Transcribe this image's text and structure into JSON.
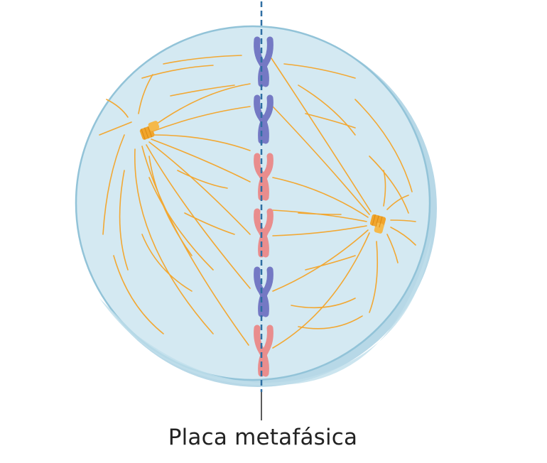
{
  "caption": "Placa metafásica",
  "colors": {
    "cell_fill": "#cfe6f0",
    "cell_edge": "#8ec1d7",
    "cell_shadow": "#b4d7e6",
    "spindle": "#f2a833",
    "centrosome": "#f1a52c",
    "chromosome_blue": "#7479c4",
    "chromosome_pink": "#e98d8d",
    "plate_line": "#2f6fa3"
  },
  "chromosomes": [
    "blue",
    "blue",
    "pink",
    "pink",
    "blue",
    "pink"
  ]
}
